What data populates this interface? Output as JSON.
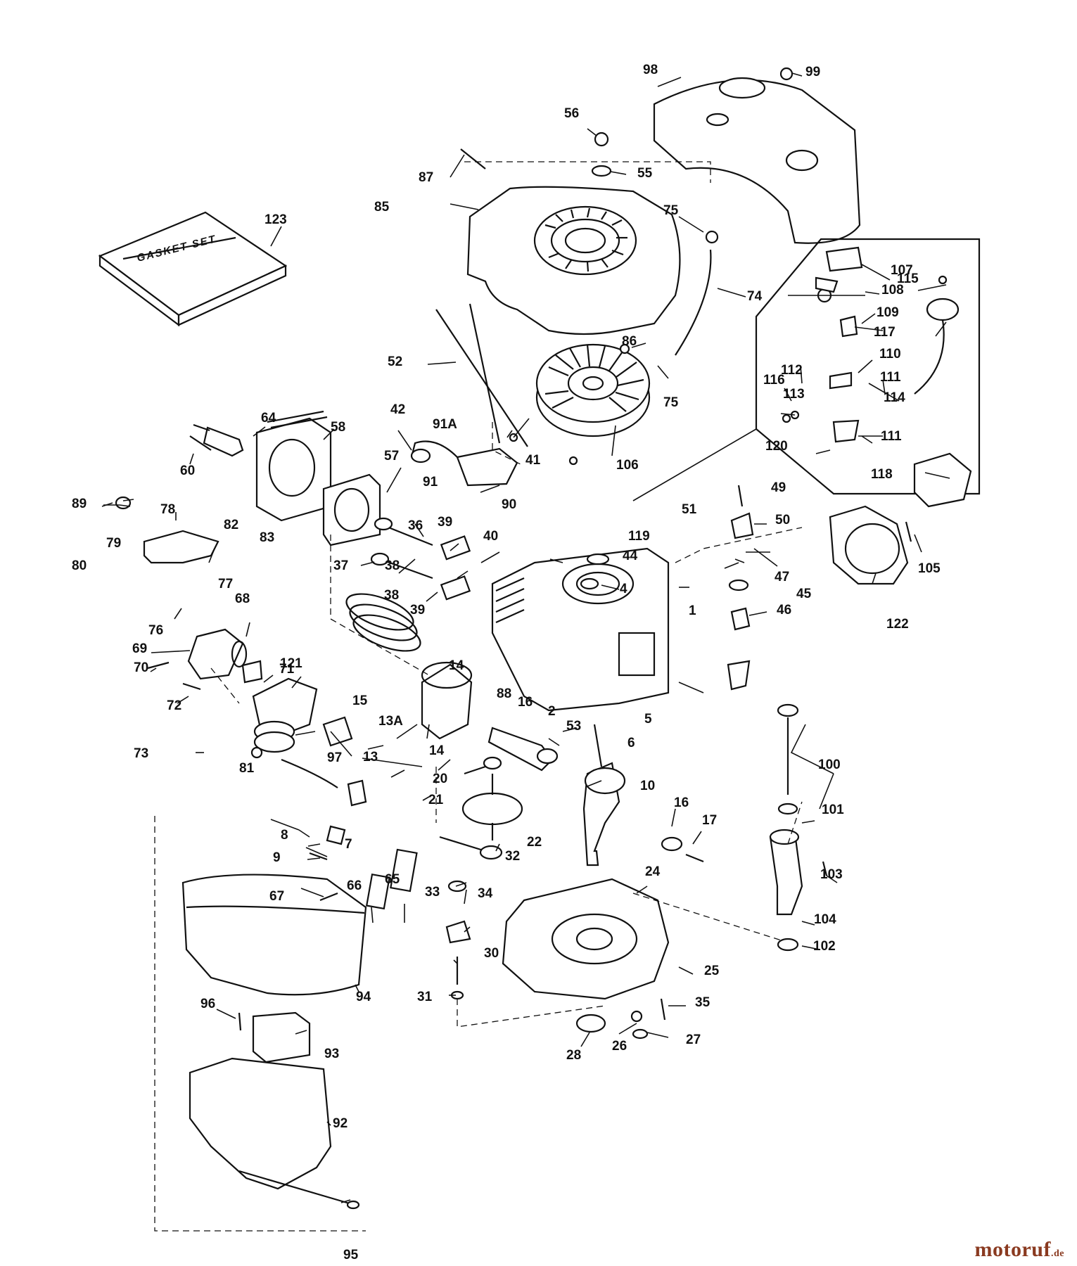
{
  "diagram": {
    "box_text": "GASKET SET",
    "labels": [
      "1",
      "2",
      "4",
      "5",
      "6",
      "8",
      "7",
      "9",
      "10",
      "13",
      "13A",
      "14",
      "14",
      "15",
      "16",
      "16",
      "17",
      "20",
      "21",
      "22",
      "24",
      "25",
      "26",
      "27",
      "28",
      "30",
      "31",
      "32",
      "33",
      "34",
      "35",
      "36",
      "37",
      "38",
      "38",
      "39",
      "39",
      "40",
      "41",
      "42",
      "44",
      "45",
      "46",
      "47",
      "49",
      "50",
      "51",
      "52",
      "53",
      "55",
      "56",
      "57",
      "58",
      "60",
      "64",
      "65",
      "66",
      "67",
      "68",
      "69",
      "70",
      "71",
      "72",
      "73",
      "74",
      "75",
      "75",
      "76",
      "77",
      "78",
      "79",
      "80",
      "81",
      "82",
      "83",
      "85",
      "86",
      "87",
      "88",
      "89",
      "90",
      "91",
      "91A",
      "92",
      "93",
      "94",
      "95",
      "96",
      "97",
      "98",
      "99",
      "100",
      "101",
      "102",
      "103",
      "104",
      "105",
      "106",
      "107",
      "108",
      "109",
      "110",
      "111",
      "111",
      "112",
      "113",
      "114",
      "115",
      "116",
      "117",
      "118",
      "119",
      "120",
      "121",
      "122",
      "123"
    ]
  },
  "watermark": {
    "main": "motoruf",
    "tld": ".de"
  }
}
